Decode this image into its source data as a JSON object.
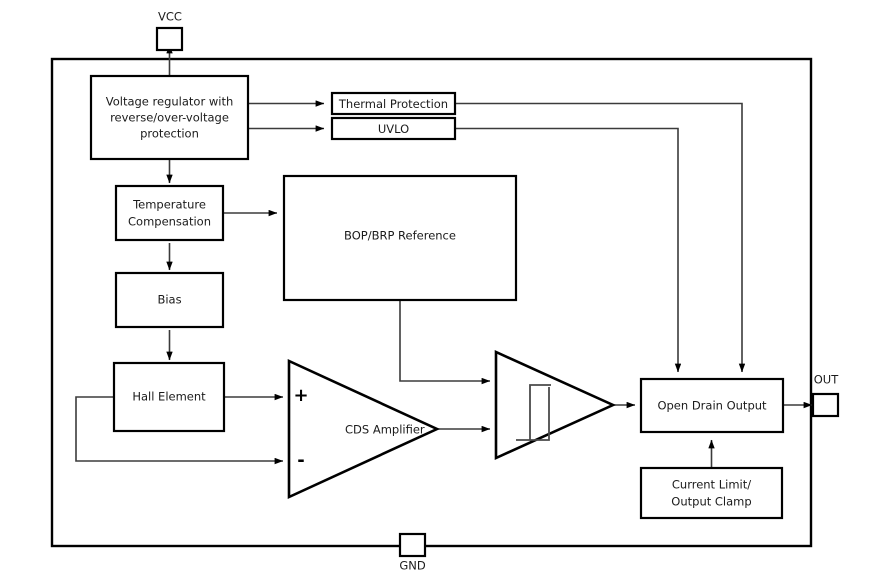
{
  "diagram": {
    "title": "Hall-Effect Switch Functional Block Diagram",
    "type": "block-diagram",
    "colors": {
      "background": "#ffffff",
      "outline": "#000000",
      "wire": "#3b3b3b",
      "text": "#1b1b1b"
    },
    "pins": [
      {
        "id": "vcc",
        "label": "VCC",
        "position": "top"
      },
      {
        "id": "gnd",
        "label": "GND",
        "position": "bottom"
      },
      {
        "id": "out",
        "label": "OUT",
        "position": "right"
      }
    ],
    "blocks": [
      {
        "id": "voltage-regulator",
        "label": "Voltage regulator with\nreverse/over-voltage\nprotection",
        "line1": "Voltage regulator with",
        "line2": "reverse/over-voltage",
        "line3": "protection",
        "shape": "rect"
      },
      {
        "id": "thermal-protection",
        "label": "Thermal Protection",
        "shape": "rect"
      },
      {
        "id": "uvlo",
        "label": "UVLO",
        "shape": "rect"
      },
      {
        "id": "temperature-compensation",
        "label": "Temperature\nCompensation",
        "line1": "Temperature",
        "line2": "Compensation",
        "shape": "rect"
      },
      {
        "id": "bop-brp-reference",
        "label": "BOP/BRP Reference",
        "shape": "rect"
      },
      {
        "id": "bias",
        "label": "Bias",
        "shape": "rect"
      },
      {
        "id": "hall-element",
        "label": "Hall Element",
        "shape": "rect"
      },
      {
        "id": "cds-amplifier",
        "label": "CDS Amplifier",
        "shape": "triangle",
        "plus": "+",
        "minus": "-"
      },
      {
        "id": "comparator",
        "label": "",
        "shape": "triangle",
        "symbol": "hysteresis"
      },
      {
        "id": "open-drain-output",
        "label": "Open Drain Output",
        "shape": "rect"
      },
      {
        "id": "current-limit-output-clamp",
        "label": "Current Limit/\nOutput Clamp",
        "line1": "Current Limit/",
        "line2": "Output Clamp",
        "shape": "rect"
      }
    ],
    "connections": [
      {
        "from": "voltage-regulator",
        "to": "vcc"
      },
      {
        "from": "voltage-regulator",
        "to": "thermal-protection"
      },
      {
        "from": "voltage-regulator",
        "to": "uvlo"
      },
      {
        "from": "voltage-regulator",
        "to": "temperature-compensation"
      },
      {
        "from": "temperature-compensation",
        "to": "bop-brp-reference"
      },
      {
        "from": "temperature-compensation",
        "to": "bias"
      },
      {
        "from": "bias",
        "to": "hall-element"
      },
      {
        "from": "hall-element",
        "to": "cds-amplifier"
      },
      {
        "from": "bop-brp-reference",
        "to": "comparator"
      },
      {
        "from": "cds-amplifier",
        "to": "comparator"
      },
      {
        "from": "comparator",
        "to": "open-drain-output"
      },
      {
        "from": "thermal-protection",
        "to": "open-drain-output"
      },
      {
        "from": "uvlo",
        "to": "open-drain-output"
      },
      {
        "from": "current-limit-output-clamp",
        "to": "open-drain-output"
      },
      {
        "from": "open-drain-output",
        "to": "out"
      }
    ]
  }
}
